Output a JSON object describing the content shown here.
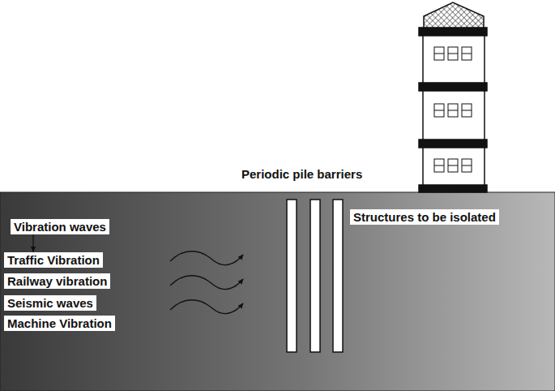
{
  "diagram": {
    "nodes": [
      {
        "text": [
          "Vibration waves"
        ]
      },
      {
        "text": [
          "Traffic Vibration"
        ]
      },
      {
        "text": [
          "Railway vibration"
        ]
      },
      {
        "text": [
          "Seismic waves"
        ]
      },
      {
        "text": [
          "Machine Vibration"
        ]
      },
      {
        "text": [
          "Structures to be isolated"
        ]
      }
    ],
    "edges": [
      {
        "from": 0,
        "to": 1,
        "arrow": "to"
      }
    ],
    "labels": [
      "Periodic pile barriers"
    ]
  }
}
